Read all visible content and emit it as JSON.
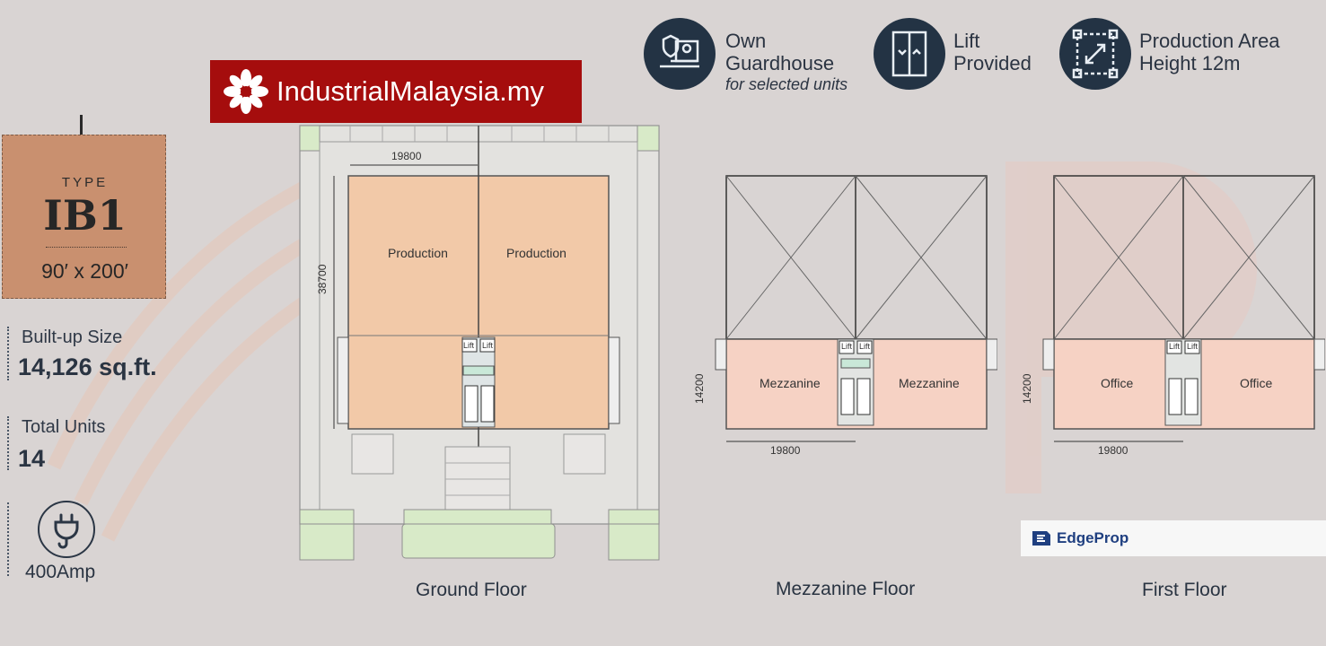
{
  "brand": {
    "name": "IndustrialMalaysia.my",
    "badge": "EdgeProp"
  },
  "unit_type": {
    "label": "TYPE",
    "code": "IB1",
    "dimensions": "90′ x 200′"
  },
  "stats": [
    {
      "label": "Built-up Size",
      "value": "14,126 sq.ft."
    },
    {
      "label": "Total Units",
      "value": "14"
    }
  ],
  "power": {
    "icon": "plug-icon",
    "label": "400Amp"
  },
  "features": [
    {
      "icon": "guardhouse-icon",
      "line1": "Own",
      "line2": "Guardhouse",
      "sub": "for selected units"
    },
    {
      "icon": "lift-icon",
      "line1": "Lift",
      "line2": "Provided"
    },
    {
      "icon": "height-icon",
      "line1": "Production Area",
      "line2": "Height 12m"
    }
  ],
  "plans": {
    "ground": {
      "caption": "Ground Floor",
      "width_dim": "19800",
      "depth_dim": "38700",
      "rooms": [
        "Production",
        "Production"
      ],
      "lift_labels": [
        "Lift",
        "Lift"
      ]
    },
    "mezzanine": {
      "caption": "Mezzanine  Floor",
      "width_dim": "19800",
      "depth_dim": "14200",
      "rooms": [
        "Mezzanine",
        "Mezzanine"
      ],
      "lift_labels": [
        "Lift",
        "Lift"
      ]
    },
    "first": {
      "caption": "First Floor",
      "width_dim": "19800",
      "depth_dim": "14200",
      "rooms": [
        "Office",
        "Office"
      ],
      "lift_labels": [
        "Lift",
        "Lift"
      ]
    }
  },
  "colors": {
    "background": "#d9d4d3",
    "type_card": "#c9906f",
    "brand_red": "#a50d0d",
    "icon_navy": "#233344",
    "production_fill": "#f2c9a8",
    "mezzanine_fill": "#f6d2c4",
    "green_area": "#d8eac8"
  }
}
